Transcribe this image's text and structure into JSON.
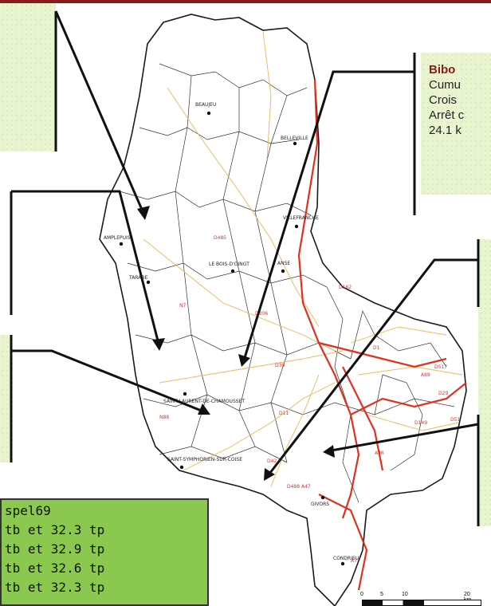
{
  "header": {
    "accent_color": "#8b1a1a"
  },
  "info_panel": {
    "title": "Bibo",
    "lines": [
      "Cumu",
      "Crois",
      "Arrêt c",
      "24.1 k"
    ]
  },
  "results_panel": {
    "lines": [
      "spel69",
      "tb et 32.3 tp",
      "tb et 32.9 tp",
      "tb et 32.6 tp",
      "tb et 32.3 tp"
    ]
  },
  "cities": [
    {
      "name": "BEAUJEU"
    },
    {
      "name": "BELLEVILLE"
    },
    {
      "name": "VILLEFRANCHE"
    },
    {
      "name": "AMPLEPUIS"
    },
    {
      "name": "LE BOIS-D'OINGT"
    },
    {
      "name": "TARARE"
    },
    {
      "name": "ANSE"
    },
    {
      "name": "SAINT-LAURENT-DE-CHAMOUSSET"
    },
    {
      "name": "SAINT-SYMPHORIEN-SUR-COISE"
    },
    {
      "name": "GIVORS"
    },
    {
      "name": "CONDRIEU"
    }
  ],
  "roads": [
    "D485",
    "N7",
    "D306",
    "D162",
    "D30",
    "D11",
    "D517",
    "D29",
    "D149",
    "D51",
    "A46",
    "N88",
    "D488 A47",
    "D42",
    "A7",
    "A89",
    "D1"
  ],
  "scale": {
    "labels": [
      "0",
      "5",
      "10",
      "20 km"
    ]
  },
  "colors": {
    "boundary": "#1a1a1a",
    "highway": "#e0301e",
    "minor_road": "#e8b85a",
    "panel_green": "#8ac850",
    "panel_light": "#e8f5d0"
  }
}
